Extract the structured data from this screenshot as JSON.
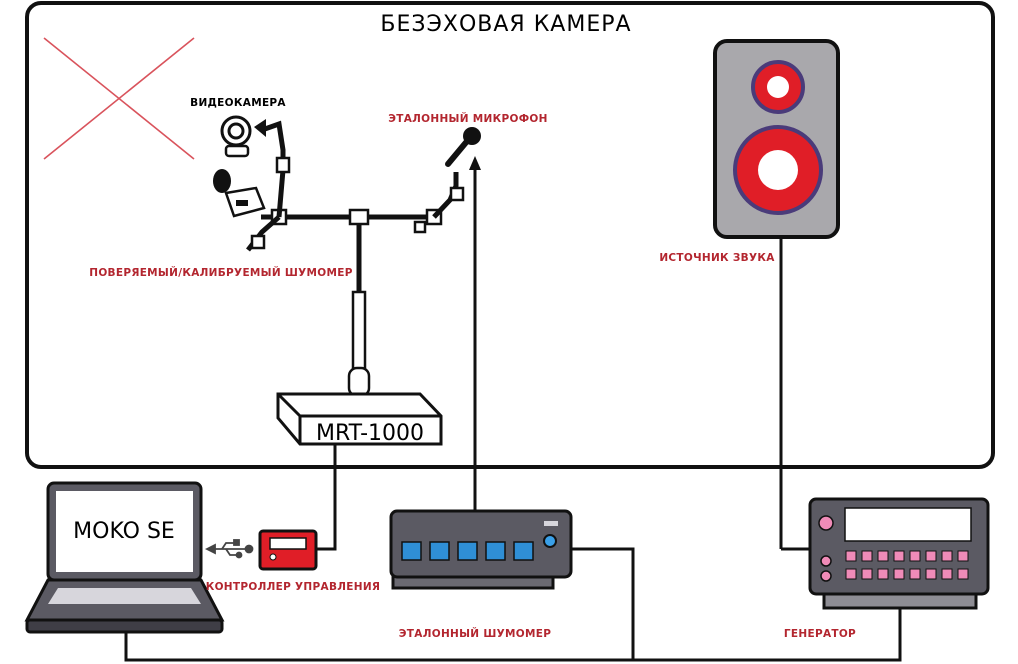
{
  "chamber": {
    "title": "БЕЗЭХОВАЯ КАМЕРА"
  },
  "labels": {
    "videocamera": "ВИДЕОКАМЕРА",
    "ref_microphone": "ЭТАЛОННЫЙ МИКРОФОН",
    "dut_meter": "ПОВЕРЯЕМЫЙ/КАЛИБРУЕМЫЙ ШУМОМЕР",
    "sound_source": "ИСТОЧНИК ЗВУКА",
    "mrt": "MRT-1000",
    "laptop_screen": "MOKO SE",
    "controller": "КОНТРОЛЛЕР УПРАВЛЕНИЯ",
    "ref_meter": "ЭТАЛОННЫЙ ШУМОМЕР",
    "generator": "ГЕНЕРАТОР"
  },
  "icons": [
    "cross-mark-icon",
    "webcam-icon",
    "microphone-icon",
    "speaker-icon",
    "usb-icon",
    "laptop-icon"
  ],
  "colors": {
    "accent_red": "#e01e27",
    "label_red": "#b3262f",
    "device_gray": "#5b5a63",
    "button_blue": "#2f8fd6",
    "button_pink": "#f08bb8"
  }
}
